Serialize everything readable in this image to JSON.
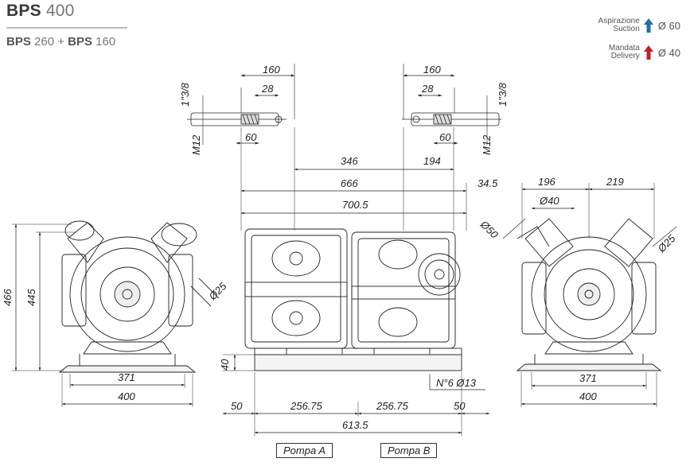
{
  "header": {
    "title_model": "BPS",
    "title_number": "400",
    "subtitle_a_model": "BPS",
    "subtitle_a_number": "260",
    "subtitle_plus": "+",
    "subtitle_b_model": "BPS",
    "subtitle_b_number": "160"
  },
  "legend": {
    "suction_it": "Aspirazione",
    "suction_en": "Suction",
    "suction_size": "Ø 60",
    "suction_color": "#1f6fa6",
    "delivery_it": "Mandata",
    "delivery_en": "Delivery",
    "delivery_size": "Ø 40",
    "delivery_color": "#c0202a"
  },
  "dimensions": {
    "shaft_left_len": "160",
    "shaft_left_key": "28",
    "shaft_left_keylen": "60",
    "shaft_left_diam": "1\"3/8",
    "shaft_left_thread": "M12",
    "shaft_right_len": "160",
    "shaft_right_key": "28",
    "shaft_right_keylen": "60",
    "shaft_right_diam": "1\"3/8",
    "shaft_right_thread": "M12",
    "d346": "346",
    "d194": "194",
    "d666": "666",
    "d34_5": "34.5",
    "d700_5": "700.5",
    "left_h466": "466",
    "left_h445": "445",
    "left_d25": "Ø25",
    "left_w371": "371",
    "left_w400": "400",
    "front_h40": "40",
    "holes": "N°6  Ø13",
    "b50_left": "50",
    "b256_left": "256.75",
    "b256_right": "256.75",
    "b50_right": "50",
    "b613_5": "613.5",
    "right_w196": "196",
    "right_w219": "219",
    "right_d40": "Ø40",
    "right_d50": "Ø50",
    "right_d25": "Ø25",
    "right_w371": "371",
    "right_w400": "400"
  },
  "pumps": {
    "a": "Pompa  A",
    "b": "Pompa  B"
  }
}
